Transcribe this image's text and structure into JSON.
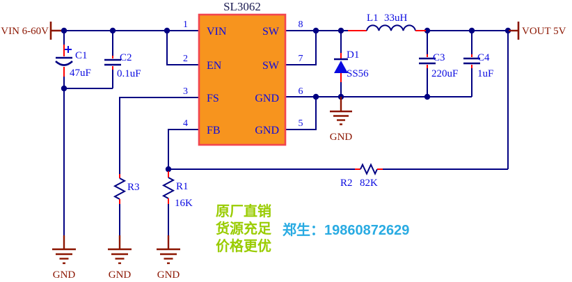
{
  "schematic": {
    "power": {
      "input_label": "VIN 6-60V",
      "output_label": "VOUT 5V"
    },
    "chip": {
      "name": "SL3062",
      "pins_left": [
        {
          "num": "1",
          "label": "VIN"
        },
        {
          "num": "2",
          "label": "EN"
        },
        {
          "num": "3",
          "label": "FS"
        },
        {
          "num": "4",
          "label": "FB"
        }
      ],
      "pins_right": [
        {
          "num": "8",
          "label": "SW"
        },
        {
          "num": "7",
          "label": "SW"
        },
        {
          "num": "6",
          "label": "GND"
        },
        {
          "num": "5",
          "label": "GND"
        }
      ]
    },
    "components": {
      "c1": {
        "ref": "C1",
        "value": "47uF",
        "polarity": "+"
      },
      "c2": {
        "ref": "C2",
        "value": "0.1uF"
      },
      "c3": {
        "ref": "C3",
        "value": "220uF"
      },
      "c4": {
        "ref": "C4",
        "value": "1uF"
      },
      "l1": {
        "ref": "L1",
        "value": "33uH"
      },
      "d1": {
        "ref": "D1",
        "value": "SS56"
      },
      "r1": {
        "ref": "R1",
        "value": "16K"
      },
      "r2": {
        "ref": "R2",
        "value": "82K"
      },
      "r3": {
        "ref": "R3"
      }
    },
    "gnd_label": "GND",
    "colors": {
      "wire": "#000082",
      "component_lead": "#FF0000",
      "chip_fill": "#F7941E",
      "chip_border": "#F2454F",
      "label_blue": "#0A0AE0",
      "power_dark_red": "#8B1500"
    }
  },
  "promo": {
    "lines": [
      "原厂直销",
      "货源充足",
      "价格更优"
    ],
    "contact": "郑生：19860872629",
    "green": "#99CC00",
    "cyan": "#29ABE2"
  }
}
